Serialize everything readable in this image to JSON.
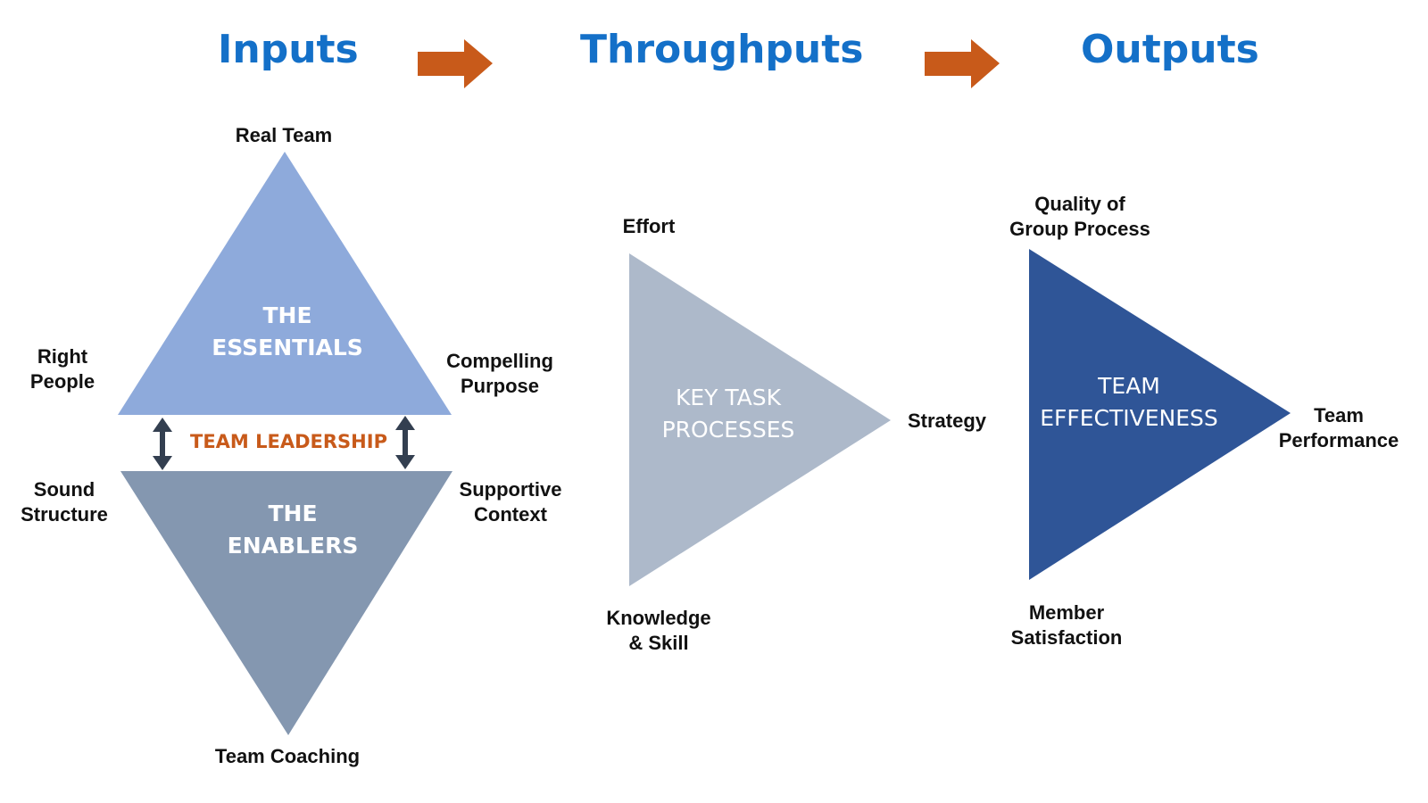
{
  "headers": {
    "inputs": "Inputs",
    "throughputs": "Throughputs",
    "outputs": "Outputs"
  },
  "inputs": {
    "essentials": {
      "line1": "THE",
      "line2": "ESSENTIALS"
    },
    "enablers": {
      "line1": "THE",
      "line2": "ENABLERS"
    },
    "leadership": "TEAM LEADERSHIP",
    "labels": {
      "top": "Real Team",
      "left_upper": {
        "line1": "Right",
        "line2": "People"
      },
      "right_upper": {
        "line1": "Compelling",
        "line2": "Purpose"
      },
      "left_lower": {
        "line1": "Sound",
        "line2": "Structure"
      },
      "right_lower": {
        "line1": "Supportive",
        "line2": "Context"
      },
      "bottom": "Team Coaching"
    }
  },
  "throughputs": {
    "center": {
      "line1": "KEY TASK",
      "line2": "PROCESSES"
    },
    "labels": {
      "top": "Effort",
      "right": "Strategy",
      "bottom": {
        "line1": "Knowledge",
        "line2": "& Skill"
      }
    }
  },
  "outputs": {
    "center": {
      "line1": "TEAM",
      "line2": "EFFECTIVENESS"
    },
    "labels": {
      "top": {
        "line1": "Quality of",
        "line2": "Group Process"
      },
      "right": {
        "line1": "Team",
        "line2": "Performance"
      },
      "bottom": {
        "line1": "Member",
        "line2": "Satisfaction"
      }
    }
  },
  "colors": {
    "header_blue": "#1470c8",
    "flow_arrow_orange": "#c85a1a",
    "essentials_fill": "#8eaadb",
    "enablers_fill": "#8497b0",
    "key_task_fill": "#adb9ca",
    "effectiveness_fill": "#2f5597",
    "leadership_text": "#c85a1a",
    "double_arrow": "#333f50"
  }
}
